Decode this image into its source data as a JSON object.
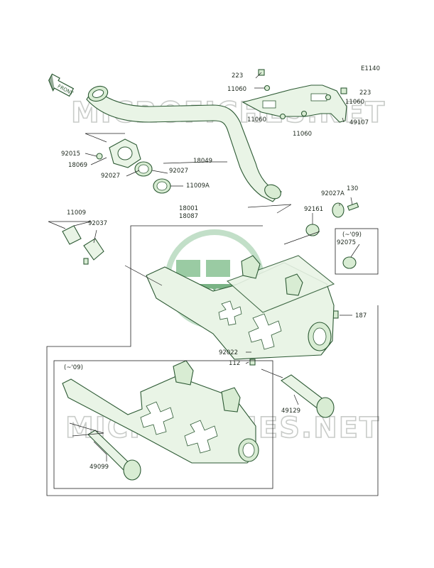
{
  "diagram_code": "E1140",
  "front_label": "FRONT",
  "logo_text": "kawasaki",
  "watermark": "MICROFICHES.NET",
  "box_note": "(~'09)",
  "parts": {
    "p223a": "223",
    "p11060a": "11060",
    "p223b": "223",
    "p11060b": "11060",
    "p11060c": "11060",
    "p11060d": "11060",
    "p49107": "49107",
    "p92015": "92015",
    "p18069": "18069",
    "p92027a": "92027",
    "p92027b": "92027",
    "p11009a": "11009A",
    "p18049": "18049",
    "p92027aa": "92027A",
    "p130": "130",
    "p92161": "92161",
    "p11009": "11009",
    "p92037": "92037",
    "p18001": "18001",
    "p18087": "18087",
    "p92075": "92075",
    "p187": "187",
    "p92022": "92022",
    "p112": "112",
    "p49129": "49129",
    "p49099": "49099"
  },
  "colors": {
    "line": "#2d5a34",
    "fill": "#e9f4e6",
    "logo": "#4e9a5c",
    "watermark": "#c9ccc9"
  }
}
